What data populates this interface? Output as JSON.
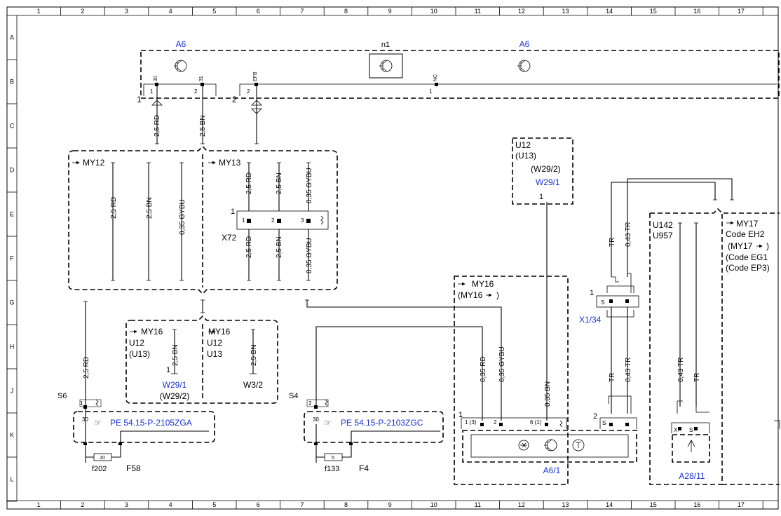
{
  "grid": {
    "columns": [
      "1",
      "2",
      "3",
      "4",
      "5",
      "6",
      "7",
      "8",
      "9",
      "10",
      "11",
      "12",
      "13",
      "14",
      "15",
      "16",
      "17"
    ],
    "rows": [
      "A",
      "B",
      "C",
      "D",
      "E",
      "F",
      "G",
      "H",
      "J",
      "K",
      "L"
    ]
  },
  "top_module": {
    "label_left": "A6",
    "label_center": "n1",
    "label_right": "A6",
    "pin_30": "30",
    "pin_31": "31",
    "pin_efb": "EFB",
    "pin_nc": "NC",
    "conn_1": "1",
    "conn_2": "2",
    "pin1a": "1",
    "pin2a": "2",
    "pin2b": "2",
    "pin1b": "1"
  },
  "wires": {
    "rd_25": "2,5 RD",
    "bn_25": "2,5 BN",
    "gybu_035": "0,35 GYBU",
    "rd_035": "0,35 RD",
    "bn_035": "0,35 BN",
    "tr": "TR",
    "tr_043": "0,43 TR"
  },
  "my12_box": {
    "label": "MY12"
  },
  "my13_box": {
    "label": "MY13"
  },
  "x72": {
    "label": "X72",
    "conn": "1",
    "p1": "1",
    "p2": "2",
    "p3": "3"
  },
  "box_w291_top": {
    "line1": "U12",
    "line2": "(U13)",
    "line3": "(W29/2)",
    "line4": "W29/1",
    "pin": "1"
  },
  "box_my16_a": {
    "line1": "MY16",
    "line2": "U12",
    "line3": "(U13)",
    "pin": "1",
    "label_blue": "W29/1",
    "label_sub": "(W29/2)"
  },
  "box_my16_b": {
    "line1": "MY16",
    "line2": "U12",
    "line3": "U13",
    "label": "W3/2"
  },
  "box_my16_c": {
    "line1": "MY16",
    "line2": "(MY16",
    "line2_tail": ")"
  },
  "s6": {
    "label": "S6",
    "pin1": "1",
    "pin30": "30",
    "ref": "PE 54.15-P-2105ZGA",
    "fuse": "20",
    "fuse_label": "f202",
    "relay_label": "F58"
  },
  "s4": {
    "label": "S4",
    "pin2": "2",
    "pin30": "30",
    "ref": "PE 54.15-P-2103ZGC",
    "fuse": "5",
    "fuse_label": "f133",
    "relay_label": "F4"
  },
  "a61": {
    "label": "A6/1",
    "conn": "1",
    "p1": "1 (3)",
    "p2": "2",
    "p6": "6 (1)"
  },
  "x134": {
    "label": "X1/34",
    "pin1": "1",
    "s": "S",
    "conn2": "2",
    "s2": "S"
  },
  "u142_box": {
    "line1": "U142",
    "line2": "U957"
  },
  "my17_box": {
    "line1": "MY17",
    "line2": "Code EH2",
    "line3": "(MY17",
    "line3_tail": ")",
    "line4": "(Code EG1",
    "line5": "(Code EP3)"
  },
  "a2811": {
    "label": "A28/11",
    "x": "X",
    "s": "S"
  }
}
